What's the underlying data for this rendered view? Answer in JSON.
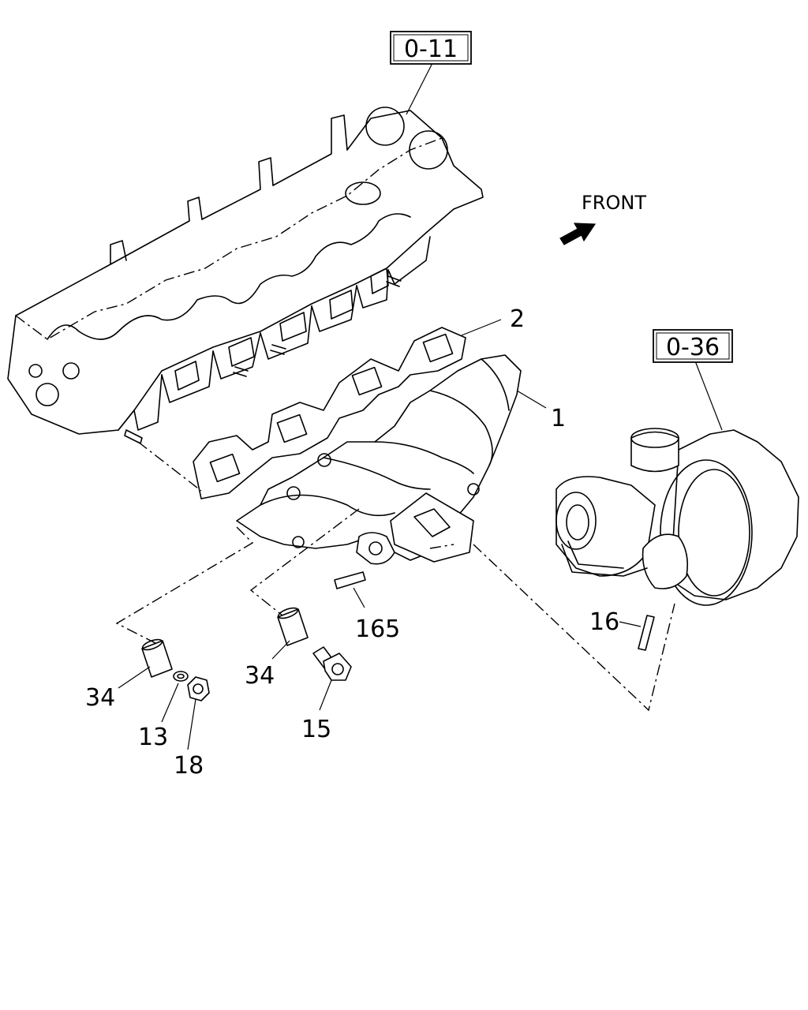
{
  "references": {
    "head": "0-11",
    "turbo": "0-36"
  },
  "front_label": "FRONT",
  "callouts": {
    "manifold": "1",
    "gasket": "2",
    "stud_165": "165",
    "stud_16": "16",
    "sleeve_left": "34",
    "sleeve_right": "34",
    "washer": "13",
    "nut": "18",
    "bolt": "15"
  }
}
